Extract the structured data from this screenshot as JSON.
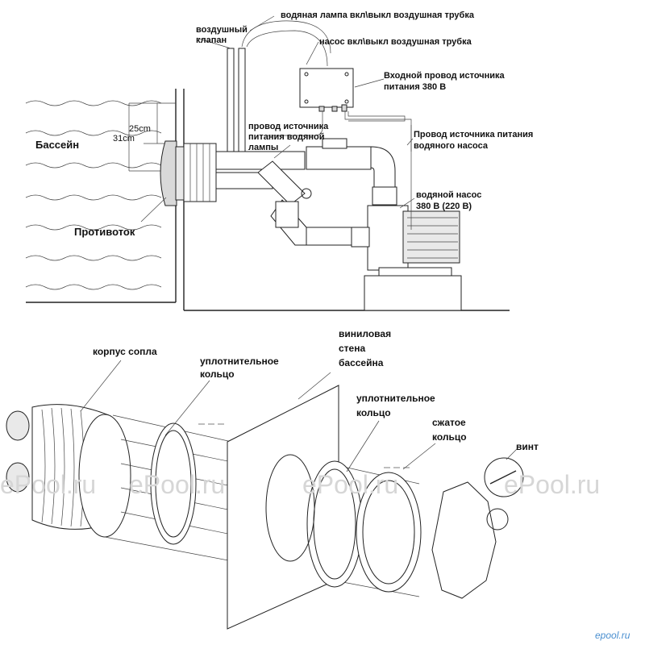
{
  "top": {
    "labels": {
      "air_valve_1": "воздушный",
      "air_valve_2": "клапан",
      "lamp_tube": "водяная лампа вкл\\выкл воздушная трубка",
      "pump_tube": "насос вкл\\выкл воздушная трубка",
      "input_wire_1": "Входной провод источника",
      "input_wire_2": "питания 380 В",
      "lamp_wire_1": "провод источника",
      "lamp_wire_2": "питания водяной",
      "lamp_wire_3": "лампы",
      "pump_wire_1": "Провод источника питания",
      "pump_wire_2": "водяного насоса",
      "pump_1": "водяной насос",
      "pump_2": "380 В (220 В)",
      "pool": "Бассейн",
      "counterflow": "Противоток",
      "dim_25": "25cm",
      "dim_31": "31cm"
    }
  },
  "bottom": {
    "labels": {
      "nozzle_body": "корпус сопла",
      "seal_ring_left_1": "уплотнительное",
      "seal_ring_left_2": "кольцо",
      "vinyl_wall_1": "виниловая",
      "vinyl_wall_2": "стена",
      "vinyl_wall_3": "бассейна",
      "seal_ring_right_1": "уплотнительное",
      "seal_ring_right_2": "кольцо",
      "clamp_ring_1": "сжатое",
      "clamp_ring_2": "кольцо",
      "screw": "винт"
    }
  },
  "watermarks": {
    "wm1": "ePool.ru",
    "wm2": "ePool.ru",
    "wm3": "ePool.ru",
    "wm4": "ePool.ru",
    "corner": "epool.ru"
  }
}
